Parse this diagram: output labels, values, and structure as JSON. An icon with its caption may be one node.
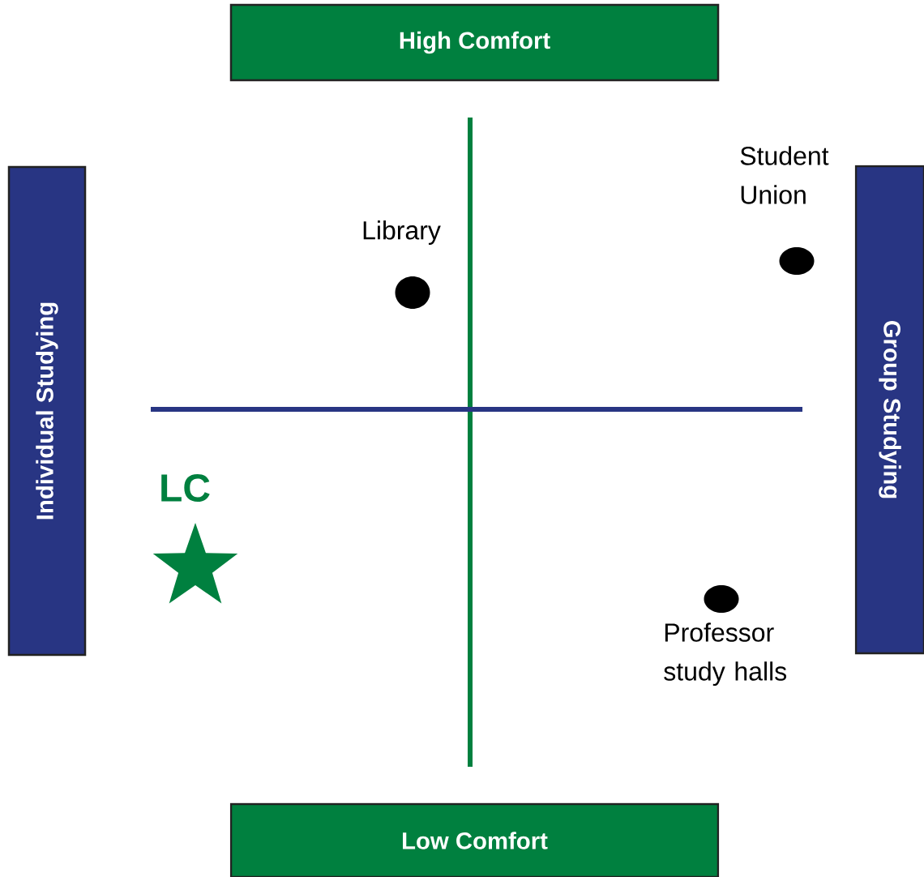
{
  "diagram": {
    "nodes": [
      {
        "text": [
          "High Comfort"
        ]
      },
      {
        "text": [
          "Individual Studying"
        ]
      },
      {
        "text": [
          "Group Studying"
        ]
      },
      {
        "text": [],
        "shape": "circle",
        "beside": [
          "Student Union"
        ]
      },
      {
        "text": [],
        "shape": "circle",
        "beside": [
          "Library"
        ]
      },
      {
        "text": [],
        "shape": "star",
        "beside": [
          "LC"
        ]
      },
      {
        "text": [],
        "shape": "circle",
        "beside": [
          "Professor study halls"
        ]
      },
      {
        "text": [
          "Low Comfort"
        ]
      }
    ]
  }
}
